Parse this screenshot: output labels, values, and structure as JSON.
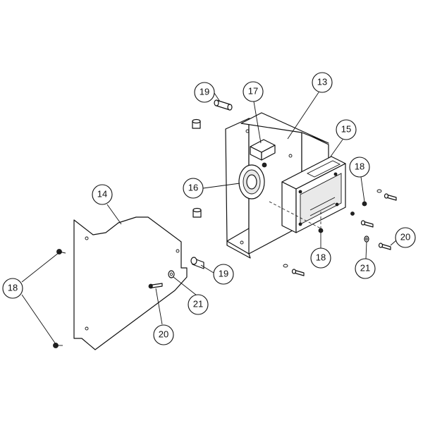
{
  "callouts": {
    "c13": "13",
    "c14": "14",
    "c15": "15",
    "c16": "16",
    "c17": "17",
    "c18a": "18",
    "c18b": "18",
    "c18c": "18",
    "c19a": "19",
    "c19b": "19",
    "c20a": "20",
    "c20b": "20",
    "c21a": "21",
    "c21b": "21"
  }
}
